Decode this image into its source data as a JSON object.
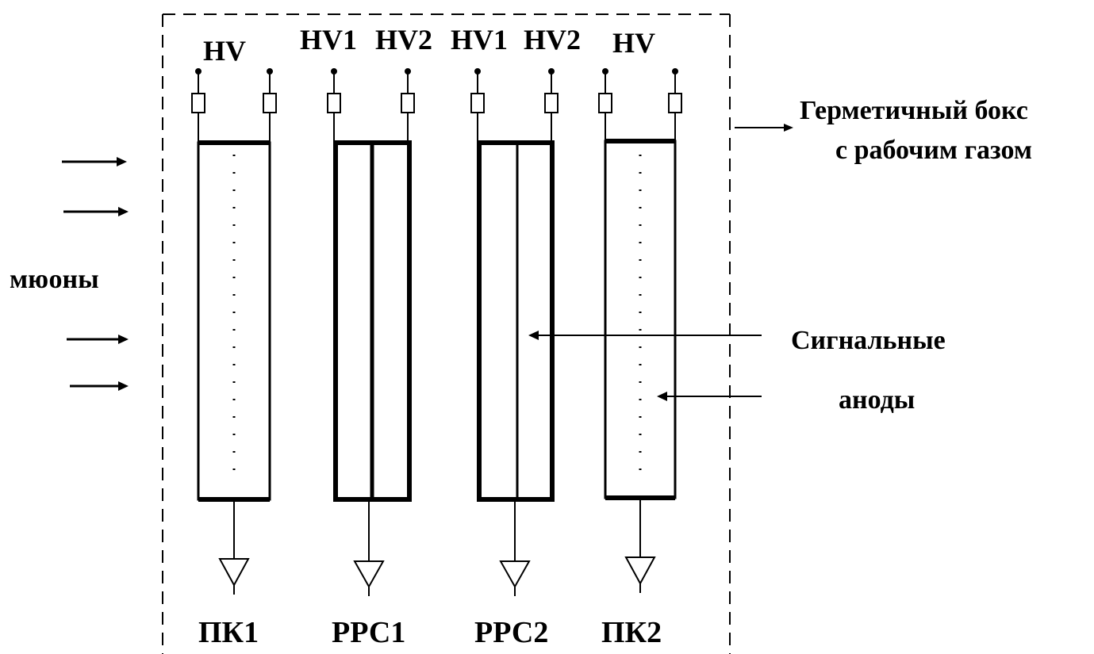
{
  "labels": {
    "muons": "мюоны",
    "box_line1": "Герметичный бокс",
    "box_line2": "с рабочим газом",
    "signal_line1": "Сигнальные",
    "signal_line2": "аноды"
  },
  "detectors": [
    {
      "id": "pk1",
      "top_label": "HV",
      "bottom_label": "ПК1"
    },
    {
      "id": "rpc1",
      "top_left_label": "HV1",
      "top_right_label": "HV2",
      "bottom_label": "РРС1"
    },
    {
      "id": "rpc2",
      "top_left_label": "HV1",
      "top_right_label": "HV2",
      "bottom_label": "РРС2"
    },
    {
      "id": "pk2",
      "top_label": "HV",
      "bottom_label": "ПК2"
    }
  ]
}
